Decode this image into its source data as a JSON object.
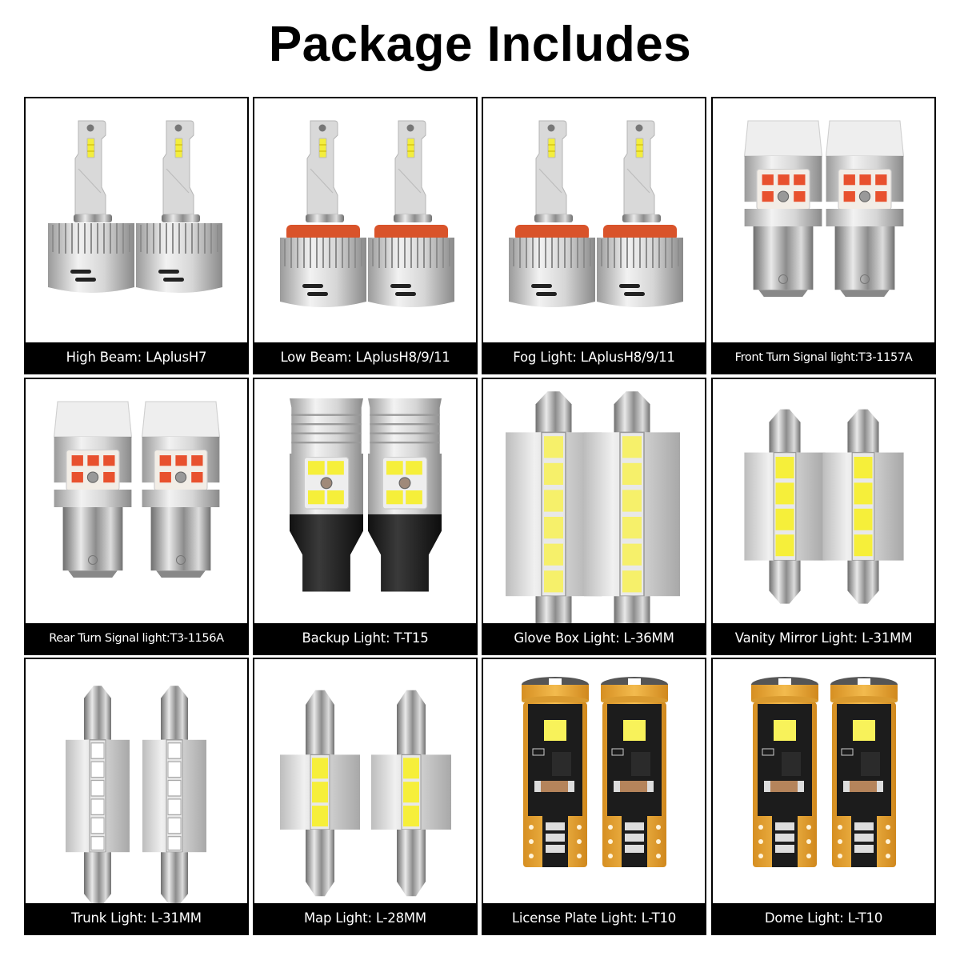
{
  "page": {
    "title": "Package Includes"
  },
  "colors": {
    "background": "#ffffff",
    "border": "#000000",
    "caption_bg": "#000000",
    "caption_text": "#ffffff",
    "led_yellow": "#f6ef3a",
    "led_red": "#e8512e",
    "socket_orange": "#d9532a",
    "pcb_gold": "#e8a93a",
    "pcb_black": "#1c1c1c"
  },
  "items": [
    {
      "label": "High Beam: LAplusH7",
      "icon": "h7-headlight-bulb-pair"
    },
    {
      "label": "Low Beam: LAplusH8/9/11",
      "icon": "h11-headlight-bulb-pair"
    },
    {
      "label": "Fog Light: LAplusH8/9/11",
      "icon": "h11-fog-bulb-pair"
    },
    {
      "label": "Front Turn Signal light:T3-1157A",
      "icon": "1157-turn-signal-bulb-pair"
    },
    {
      "label": "Rear Turn Signal light:T3-1156A",
      "icon": "1156-turn-signal-bulb-pair"
    },
    {
      "label": "Backup Light: T-T15",
      "icon": "t15-backup-bulb-pair"
    },
    {
      "label": "Glove Box Light: L-36MM",
      "icon": "36mm-festoon-bulb-pair"
    },
    {
      "label": "Vanity Mirror Light: L-31MM",
      "icon": "31mm-festoon-bulb-pair"
    },
    {
      "label": "Trunk Light: L-31MM",
      "icon": "31mm-festoon-bulb-pair"
    },
    {
      "label": "Map Light: L-28MM",
      "icon": "28mm-festoon-bulb-pair"
    },
    {
      "label": "License Plate Light: L-T10",
      "icon": "t10-wedge-bulb-pair"
    },
    {
      "label": "Dome Light: L-T10",
      "icon": "t10-wedge-bulb-pair"
    }
  ]
}
